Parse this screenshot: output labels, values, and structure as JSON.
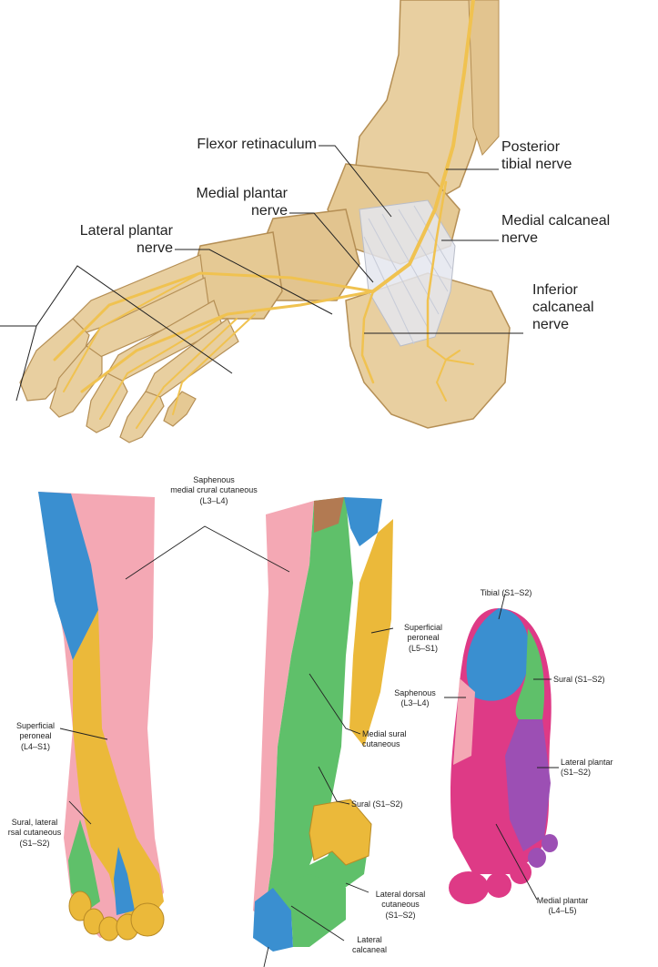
{
  "top_figure": {
    "labels": {
      "flexor_retinaculum": "Flexor retinaculum",
      "posterior_tibial_nerve": "Posterior\ntibial nerve",
      "medial_plantar_nerve": "Medial plantar\nnerve",
      "medial_calcaneal_nerve": "Medial calcaneal\nnerve",
      "lateral_plantar_nerve": "Lateral plantar\nnerve",
      "inferior_calcaneal_nerve": "Inferior\ncalcaneal\nnerve"
    }
  },
  "bottom_figure": {
    "labels": {
      "saphenous": "Saphenous\nmedial crural cutaneous\n(L3–L4)",
      "superficial_peroneal_left": "Superficial\nperoneal\n(L4–S1)",
      "sural_lateral_dorsal": "Sural, lateral\nrsal cutaneous\n(S1–S2)",
      "superficial_peroneal_right": "Superficial\nperoneal\n(L5–S1)",
      "medial_sural_cutaneous": "Medial sural\ncutaneous",
      "sural_mid": "Sural (S1–S2)",
      "lateral_dorsal_cutaneous": "Lateral dorsal\ncutaneous\n(S1–S2)",
      "lateral_calcaneal": "Lateral\ncalcaneal",
      "tibial": "Tibial (S1–S2)",
      "saphenous_sole": "Saphenous\n(L3–L4)",
      "sural_sole": "Sural (S1–S2)",
      "lateral_plantar": "Lateral plantar\n(S1–S2)",
      "medial_plantar": "Medial plantar\n(L4–L5)"
    }
  },
  "colors": {
    "bone": "#e8cfa0",
    "bone_shadow": "#c9a46a",
    "nerve": "#f0c250",
    "retinaculum": "#e4e6ee",
    "saphenous_pink": "#f4a8b4",
    "peroneal_yellow": "#ebb93a",
    "sural_green": "#5fc06a",
    "tibial_blue": "#3a8fd0",
    "plantar_magenta": "#de3a86",
    "lateral_plantar_purple": "#9c4fb4",
    "brown": "#b27a52",
    "leader": "#222222"
  }
}
